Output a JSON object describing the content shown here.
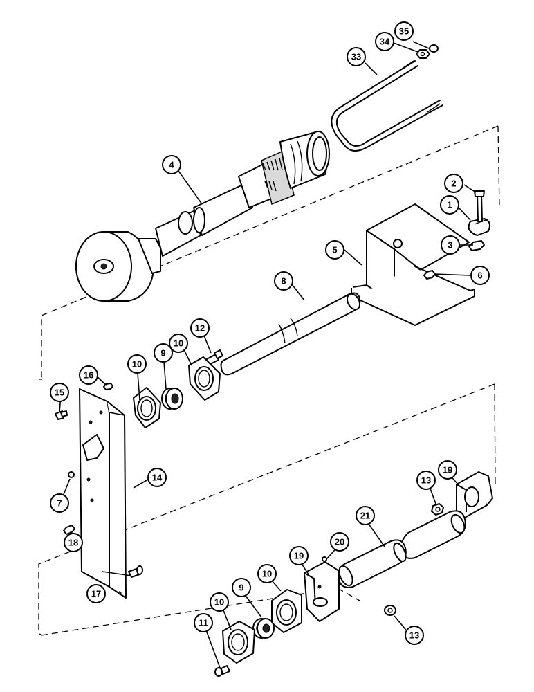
{
  "callouts": {
    "c1": "1",
    "c2": "2",
    "c3": "3",
    "c4": "4",
    "c5": "5",
    "c6": "6",
    "c7": "7",
    "c8": "8",
    "c9a": "9",
    "c9b": "9",
    "c10a": "10",
    "c10b": "10",
    "c10c": "10",
    "c10d": "10",
    "c11": "11",
    "c12": "12",
    "c13a": "13",
    "c13b": "13",
    "c14": "14",
    "c15": "15",
    "c16": "16",
    "c17": "17",
    "c18": "18",
    "c19a": "19",
    "c19b": "19",
    "c20": "20",
    "c21": "21",
    "c33": "33",
    "c34": "34",
    "c35": "35"
  }
}
